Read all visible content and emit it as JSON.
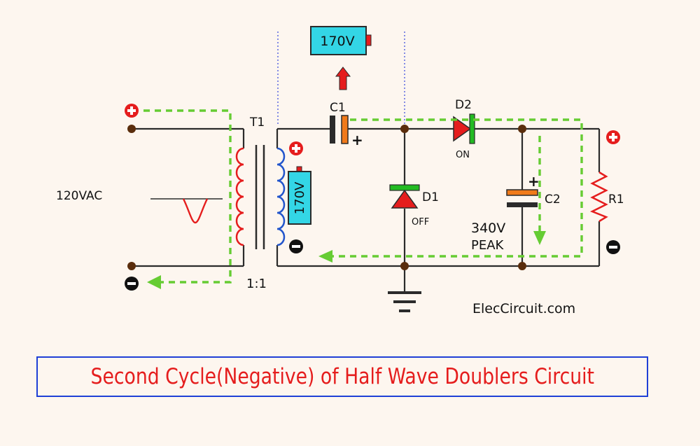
{
  "labels": {
    "source": "120VAC",
    "transformer": "T1",
    "ratio": "1:1",
    "c1": "C1",
    "c1_plus": "+",
    "d1": "D1",
    "d1_state": "OFF",
    "d2": "D2",
    "d2_state": "ON",
    "c2": "C2",
    "c2_plus": "+",
    "c2_peak_value": "340V",
    "c2_peak_text": "PEAK",
    "r1": "R1",
    "battery_top": "170V",
    "battery_side": "170V",
    "watermark": "ElecCircuit.com"
  },
  "caption": "Second Cycle(Negative) of Half Wave Doublers Circuit",
  "colors": {
    "background": "#fdf6ef",
    "wire": "#2b2b2b",
    "primary_coil": "#e51d1d",
    "secondary_coil": "#2255cc",
    "capacitor_plate": "#f07a1a",
    "diode_body": "#e51d1d",
    "diode_bar": "#22bb22",
    "current_path": "#66cc33",
    "battery_fill": "#33d6e6",
    "polarity_badge_pos": "#e51d1d",
    "polarity_badge_neg": "#111111",
    "caption_text": "#e51d1d",
    "caption_border": "#1f3fd6",
    "guide_line": "#3344dd"
  },
  "icons": {
    "plus_badge": "plus-badge-icon",
    "minus_badge": "minus-badge-icon",
    "ground": "ground-icon",
    "battery": "battery-icon",
    "up_arrow": "up-arrow-icon",
    "current_arrow": "current-arrow-icon"
  }
}
